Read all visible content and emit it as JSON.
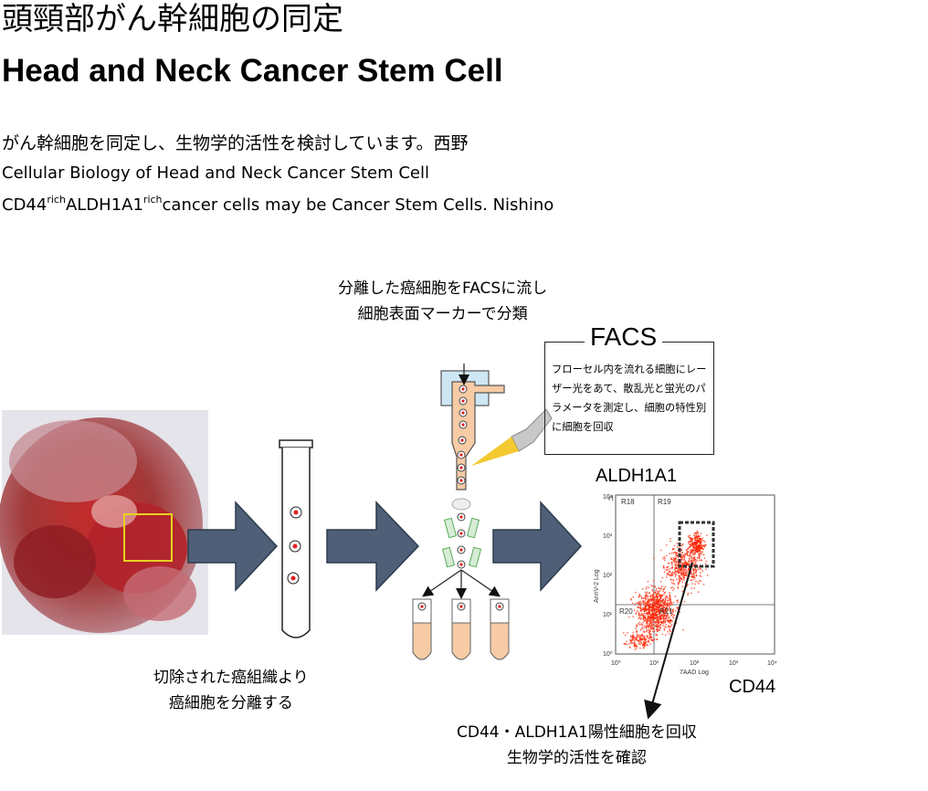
{
  "header": {
    "title_ja": "頭頸部がん幹細胞の同定",
    "title_en": "Head and Neck Cancer Stem Cell"
  },
  "description": {
    "line_ja": "がん幹細胞を同定し、生物学的活性を検討しています。西野",
    "line_en1": "Cellular Biology of Head and Neck Cancer Stem Cell",
    "line_en2_part1": "CD44",
    "sup1": "rich",
    "line_en2_part2": "ALDH1A1",
    "sup2": "rich",
    "line_en2_part3": "cancer cells may be Cancer Stem Cells.   Nishino"
  },
  "diagram": {
    "facs_caption_1": "分離した癌細胞をFACSに流し",
    "facs_caption_2": "細胞表面マーカーで分類",
    "facs_box_title": "FACS",
    "facs_box_text": "フローセル内を流れる細胞にレーザー光をあて、散乱光と蛍光のパラメータを測定し、細胞の特性別に細胞を回収",
    "excise_caption_1": "切除された癌組織より",
    "excise_caption_2": "癌細胞を分離する",
    "result_caption_1": "CD44・ALDH1A1陽性細胞を回収",
    "result_caption_2": "生物学的活性を確認",
    "arrow_color": "#4e5f77",
    "tube_fill": "#f6cba5",
    "cell_color": "#e02020"
  },
  "flow_plot": {
    "y_marker_label": "ALDH1A1",
    "x_marker_label": "CD44",
    "xlabel": "7AAD Log",
    "ylabel": "AnnV-2 Log",
    "axis_corner": "H",
    "ticks": [
      "10⁰",
      "10¹",
      "10²",
      "10³",
      "10⁴"
    ],
    "regions": [
      "R18",
      "R19",
      "R20",
      "R21"
    ],
    "dot_color": "#ff2200"
  }
}
